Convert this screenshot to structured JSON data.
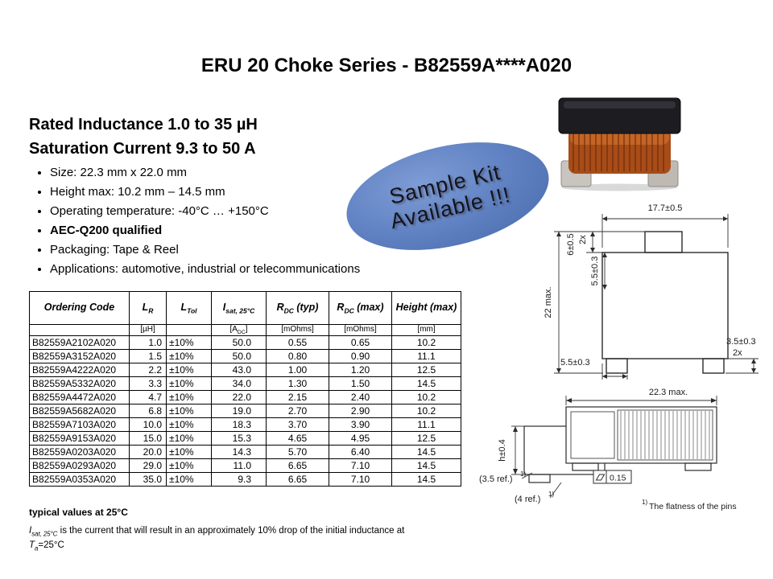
{
  "slide": {
    "title": "ERU 20 Choke Series - B82559A****A020"
  },
  "headline": {
    "line1": "Rated Inductance 1.0 to 35 µH",
    "line2": "Saturation Current 9.3 to 50 A"
  },
  "bullets": [
    {
      "text": "Size: 22.3 mm x 22.0 mm",
      "bold": false
    },
    {
      "text": "Height max: 10.2 mm – 14.5 mm",
      "bold": false
    },
    {
      "text": "Operating temperature: -40°C … +150°C",
      "bold": false
    },
    {
      "text": "AEC-Q200 qualified",
      "bold": true
    },
    {
      "text": "Packaging: Tape & Reel",
      "bold": false
    },
    {
      "text": "Applications: automotive, industrial or telecommunications",
      "bold": false
    }
  ],
  "badge": {
    "line1": "Sample Kit",
    "line2": "Available !!!",
    "color": "#5d7fc0"
  },
  "table": {
    "headers": [
      {
        "main": "Ordering Code",
        "sub": "",
        "suffix": ""
      },
      {
        "main": "L",
        "sub": "R",
        "suffix": ""
      },
      {
        "main": "L",
        "sub": "Tol",
        "suffix": ""
      },
      {
        "main": "I",
        "sub": "sat, 25°C",
        "suffix": ""
      },
      {
        "main": "R",
        "sub": "DC",
        "suffix": " (typ)"
      },
      {
        "main": "R",
        "sub": "DC",
        "suffix": " (max)"
      },
      {
        "main": "Height (max)",
        "sub": "",
        "suffix": ""
      }
    ],
    "units": [
      {
        "pre": "",
        "sub": "",
        "post": ""
      },
      {
        "pre": "[µH]",
        "sub": "",
        "post": ""
      },
      {
        "pre": "",
        "sub": "",
        "post": ""
      },
      {
        "pre": "[A",
        "sub": "DC",
        "post": "]"
      },
      {
        "pre": "[mOhms]",
        "sub": "",
        "post": ""
      },
      {
        "pre": "[mOhms]",
        "sub": "",
        "post": ""
      },
      {
        "pre": "[mm]",
        "sub": "",
        "post": ""
      }
    ],
    "rows": [
      [
        "B82559A2102A020",
        "1.0",
        "±10%",
        "50.0",
        "0.55",
        "0.65",
        "10.2"
      ],
      [
        "B82559A3152A020",
        "1.5",
        "±10%",
        "50.0",
        "0.80",
        "0.90",
        "11.1"
      ],
      [
        "B82559A4222A020",
        "2.2",
        "±10%",
        "43.0",
        "1.00",
        "1.20",
        "12.5"
      ],
      [
        "B82559A5332A020",
        "3.3",
        "±10%",
        "34.0",
        "1.30",
        "1.50",
        "14.5"
      ],
      [
        "B82559A4472A020",
        "4.7",
        "±10%",
        "22.0",
        "2.15",
        "2.40",
        "10.2"
      ],
      [
        "B82559A5682A020",
        "6.8",
        "±10%",
        "19.0",
        "2.70",
        "2.90",
        "10.2"
      ],
      [
        "B82559A7103A020",
        "10.0",
        "±10%",
        "18.3",
        "3.70",
        "3.90",
        "11.1"
      ],
      [
        "B82559A9153A020",
        "15.0",
        "±10%",
        "15.3",
        "4.65",
        "4.95",
        "12.5"
      ],
      [
        "B82559A0203A020",
        "20.0",
        "±10%",
        "14.3",
        "5.70",
        "6.40",
        "14.5"
      ],
      [
        "B82559A0293A020",
        "29.0",
        "±10%",
        "11.0",
        "6.65",
        "7.10",
        "14.5"
      ],
      [
        "B82559A0353A020",
        "35.0",
        "±10%",
        "9.3",
        "6.65",
        "7.10",
        "14.5"
      ]
    ]
  },
  "drawing_top": {
    "width_top": "17.7±0.5",
    "dim_6": "6±0.5",
    "dim_6_qty": "2x",
    "dim_55_upper": "5.5±0.3",
    "dim_22": "22 max.",
    "dim_35": "3.5±0.3",
    "dim_35_qty": "2x",
    "dim_55_lower": "5.5±0.3"
  },
  "drawing_bottom": {
    "width_top": "22.3 max.",
    "dim_h": "h±0.4",
    "dim_35ref": "(3.5 ref.)",
    "dim_4ref": "(4 ref.)",
    "ref_sup": "1)",
    "flatness": "0.15",
    "footnote_sup": "1)",
    "footnote": "The flatness of the pins"
  },
  "notes": {
    "line1": "typical values at 25°C",
    "isat_symbol": "I",
    "isat_sub": "sat, 25°C",
    "isat_text": "is the current that will result in an approximately 10% drop of the initial inductance at",
    "temp_symbol": "T",
    "temp_sub": "a",
    "temp_text": "=25°C"
  }
}
